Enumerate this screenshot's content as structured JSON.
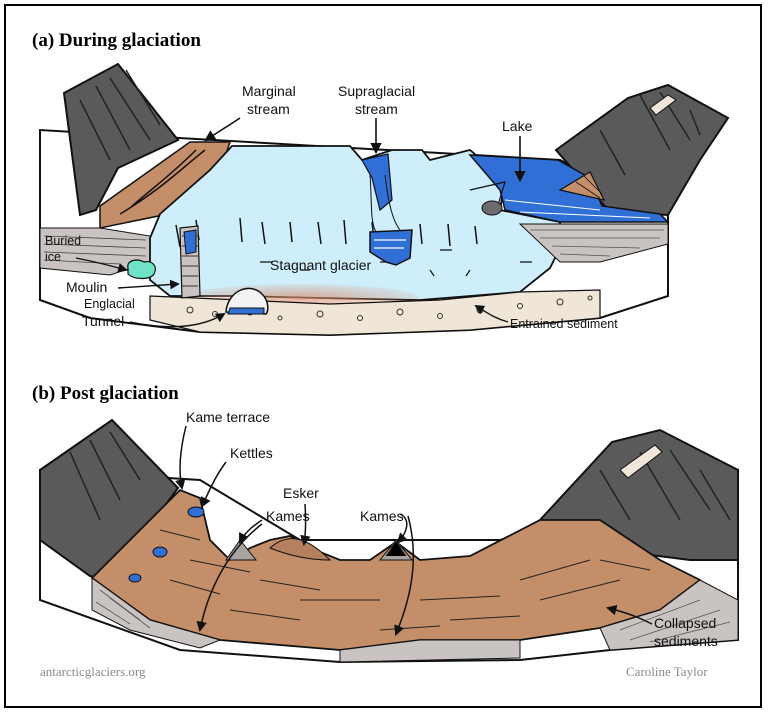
{
  "panel_a": {
    "title": "(a) During glaciation",
    "labels": {
      "marginal_stream_1": "Marginal",
      "marginal_stream_2": "stream",
      "supraglacial_1": "Supraglacial",
      "supraglacial_2": "stream",
      "lake": "Lake",
      "buried_ice_1": "Buried",
      "buried_ice_2": "ice",
      "moulin": "Moulin",
      "englacial": "Englacial",
      "tunnel": "Tunnel",
      "stagnant": "Stagnant glacier",
      "entrained": "Entrained sediment"
    }
  },
  "panel_b": {
    "title": "(b) Post glaciation",
    "labels": {
      "kame_terrace": "Kame terrace",
      "kettles": "Kettles",
      "esker": "Esker",
      "kames_left": "Kames",
      "kames_right": "Kames",
      "collapsed_1": "Collapsed",
      "collapsed_2": "sediments"
    }
  },
  "credits": {
    "source": "antarcticglaciers.org",
    "author": "Caroline Taylor"
  },
  "colors": {
    "rock": "#5a5a5a",
    "ice": "#cdeefa",
    "water": "#2f6fd6",
    "sediment": "#c48f68",
    "layers": "#c9c4c1",
    "buried_ice": "#6fe3c8"
  }
}
